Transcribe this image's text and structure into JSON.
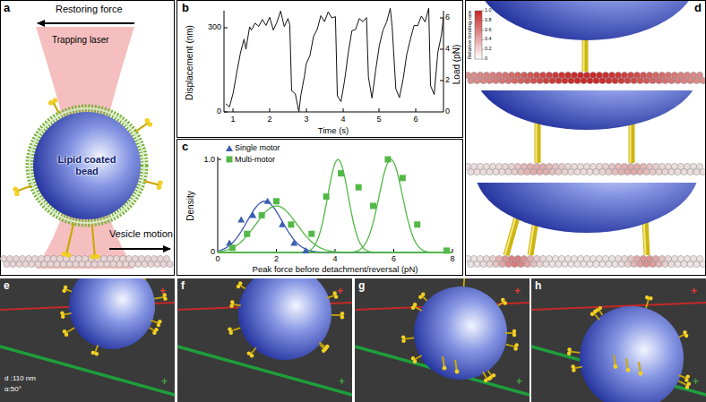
{
  "diagram": {
    "nodes": [
      {
        "text": [
          "Lipid coated bead"
        ]
      }
    ],
    "labels": [
      "a",
      "Restoring force",
      "Trapping laser",
      "Vesicle motion",
      "b",
      "Displacement (nm)",
      "300",
      "0",
      "1",
      "2",
      "3",
      "4",
      "5",
      "6",
      "Time (s)",
      "Load (pN)",
      "6",
      "4",
      "2",
      "0",
      "c",
      "Density",
      "1.0",
      "0",
      "0",
      "2",
      "4",
      "6",
      "8",
      "Peak force before detachment/reversal (pN)",
      "d",
      "Relative binding rate",
      "1.0",
      "0.8",
      "0.6",
      "0.4",
      "0.2",
      "0",
      "e",
      "d :110 nm",
      "α:50°",
      "+",
      "+",
      "f",
      "+",
      "+",
      "g",
      "+",
      "+",
      "h",
      "+",
      "+"
    ],
    "legend": [
      {
        "text": "Single motor"
      },
      {
        "text": "Multi-motor"
      }
    ]
  }
}
